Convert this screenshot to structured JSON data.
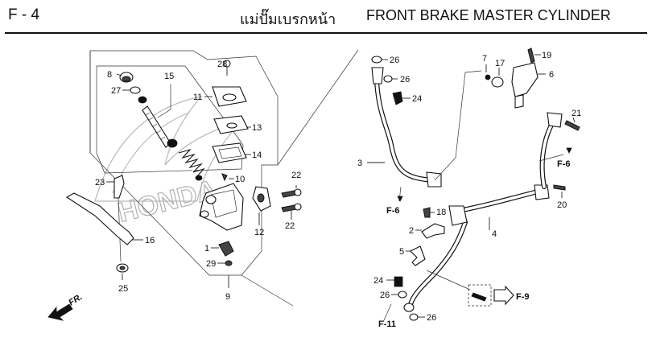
{
  "header": {
    "page_code": "F - 4",
    "title_th": "แม่ปั๊มเบรกหน้า",
    "title_en": "FRONT BRAKE MASTER CYLINDER"
  },
  "labels": {
    "p1": "1",
    "p2": "2",
    "p3": "3",
    "p4": "4",
    "p5": "5",
    "p6": "6",
    "p7": "7",
    "p8": "8",
    "p9": "9",
    "p10": "10",
    "p11": "11",
    "p12": "12",
    "p13": "13",
    "p14": "14",
    "p15": "15",
    "p16": "16",
    "p17": "17",
    "p18": "18",
    "p19": "19",
    "p20": "20",
    "p21": "21",
    "p22a": "22",
    "p22b": "22",
    "p23": "23",
    "p24a": "24",
    "p24b": "24",
    "p25": "25",
    "p26a": "26",
    "p26b": "26",
    "p26c": "26",
    "p26d": "26",
    "p27": "27",
    "p28": "28",
    "p29": "29"
  },
  "refs": {
    "f6_right": "F-6",
    "f6_left": "F-6",
    "f9": "F-9",
    "f11": "F-11",
    "fr": "FR."
  },
  "watermark": {
    "brand": "HONDA"
  }
}
